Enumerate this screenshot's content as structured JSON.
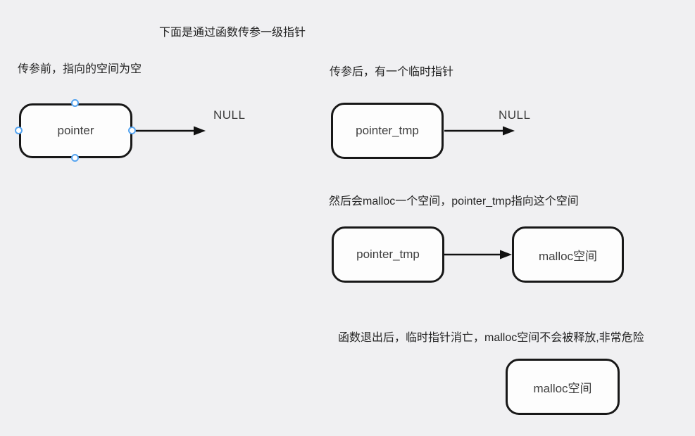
{
  "canvas": {
    "title": "下面是通过函数传参一级指针"
  },
  "sections": {
    "before": {
      "label": "传参前，指向的空间为空",
      "node": "pointer",
      "target": "NULL"
    },
    "after": {
      "label": "传参后，有一个临时指针",
      "node": "pointer_tmp",
      "target": "NULL"
    },
    "malloc_step": {
      "label": "然后会malloc一个空间，pointer_tmp指向这个空间",
      "node": "pointer_tmp",
      "target_node": "malloc空间"
    },
    "exit_step": {
      "label": "函数退出后，临时指针消亡，malloc空间不会被释放,非常危险",
      "node": "malloc空间"
    }
  },
  "colors": {
    "background": "#f0f0f2",
    "node_border": "#181818",
    "node_fill": "#fdfdfd",
    "node_text": "#404040",
    "label_text": "#242424",
    "selection_handle": "#55a4f0",
    "arrow": "#111111"
  }
}
